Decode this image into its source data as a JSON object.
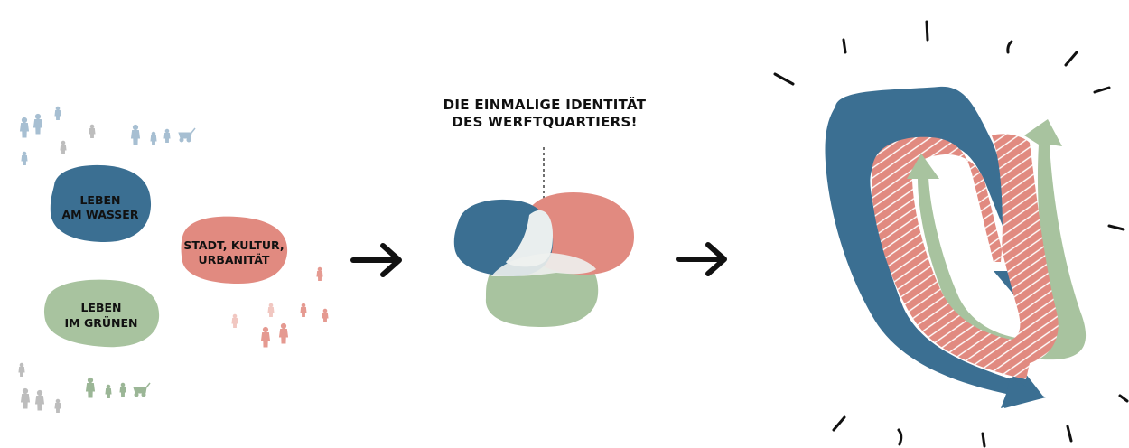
{
  "blobs": {
    "wasser": {
      "line1": "LEBEN",
      "line2": "AM WASSER"
    },
    "kultur": {
      "line1": "STADT, KULTUR,",
      "line2": "URBANITÄT"
    },
    "gruen": {
      "line1": "LEBEN",
      "line2": "IM GRÜNEN"
    }
  },
  "identity": {
    "line1": "DIE EINMALIGE IDENTITÄT",
    "line2": "DES WERFTQUARTIERS!"
  },
  "colors": {
    "blue": "#3b6f92",
    "red": "#e18a80",
    "green": "#a8c39f",
    "overlap": "#e9eeee",
    "people_blue": "#a7bfd2",
    "people_red": "#e59a91",
    "people_grey": "#bdbdbd",
    "people_green": "#9bb696"
  },
  "icons": [
    "arrow-right-icon",
    "person-icon",
    "stroller-icon",
    "sparkle-dash-icon"
  ]
}
